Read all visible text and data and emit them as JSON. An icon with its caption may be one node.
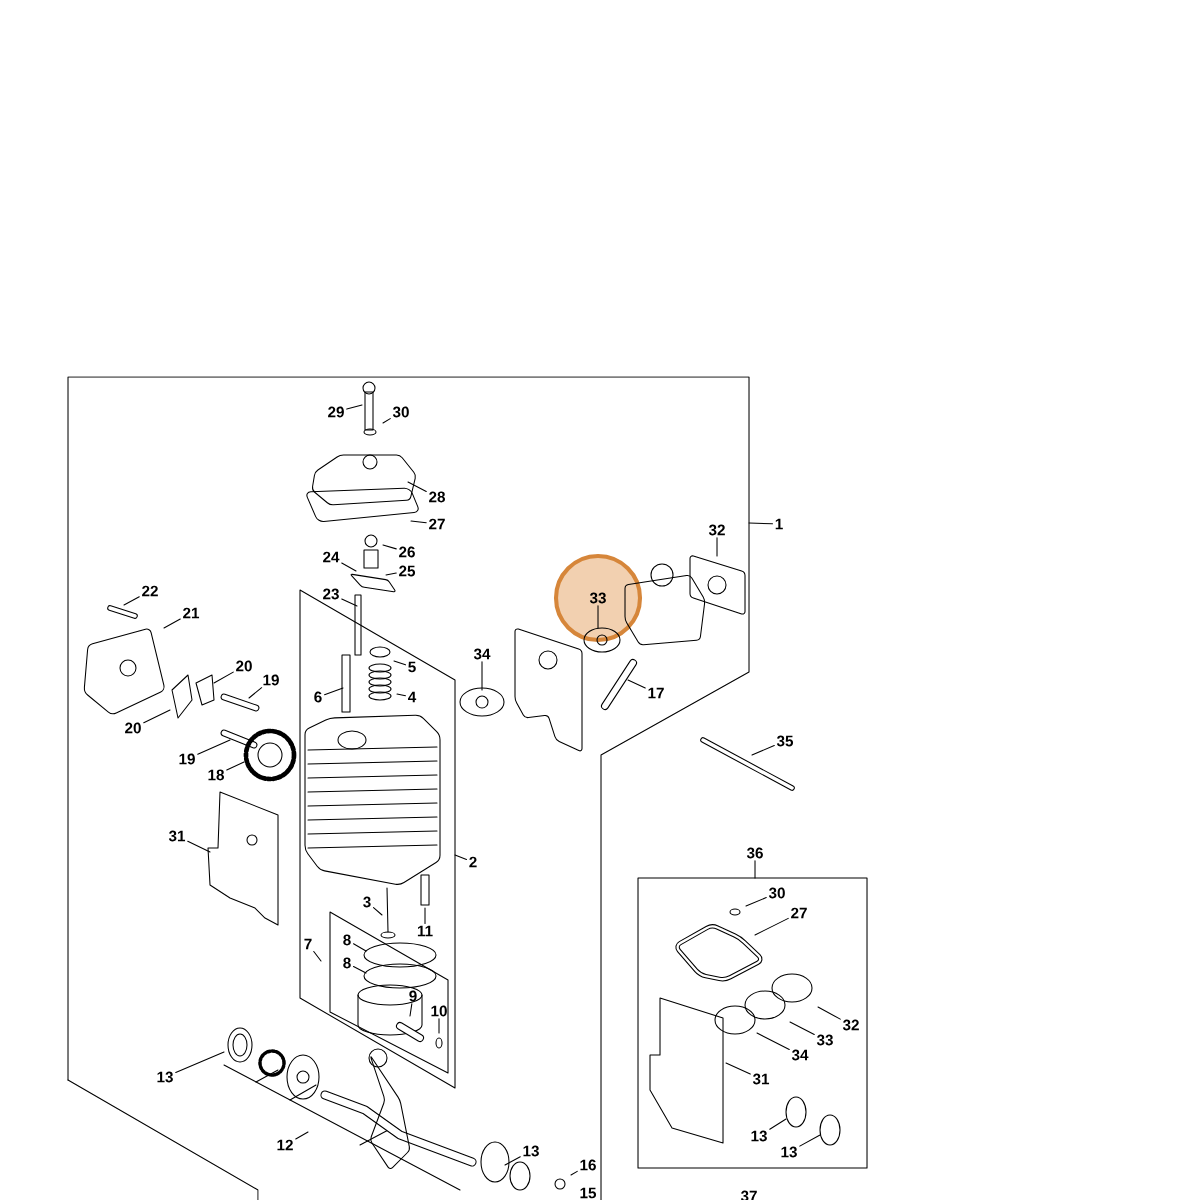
{
  "diagram": {
    "nodes": [
      {
        "text": [
          "29"
        ]
      },
      {
        "text": [
          "30"
        ]
      },
      {
        "text": [
          "28"
        ]
      },
      {
        "text": [
          "27"
        ]
      },
      {
        "text": [
          "1"
        ]
      },
      {
        "text": [
          "32"
        ]
      },
      {
        "text": [
          "26"
        ]
      },
      {
        "text": [
          "25"
        ]
      },
      {
        "text": [
          "24"
        ]
      },
      {
        "text": [
          "22"
        ]
      },
      {
        "text": [
          "21"
        ]
      },
      {
        "text": [
          "23"
        ]
      },
      {
        "text": [
          "33"
        ]
      },
      {
        "text": [
          "34"
        ]
      },
      {
        "text": [
          "20"
        ]
      },
      {
        "text": [
          "19"
        ]
      },
      {
        "text": [
          "5"
        ]
      },
      {
        "text": [
          "6"
        ]
      },
      {
        "text": [
          "4"
        ]
      },
      {
        "text": [
          "17"
        ]
      },
      {
        "text": [
          "20"
        ]
      },
      {
        "text": [
          "35"
        ]
      },
      {
        "text": [
          "19"
        ]
      },
      {
        "text": [
          "18"
        ]
      },
      {
        "text": [
          "31"
        ]
      },
      {
        "text": [
          "36"
        ]
      },
      {
        "text": [
          "2"
        ]
      },
      {
        "text": [
          "30"
        ]
      },
      {
        "text": [
          "3"
        ]
      },
      {
        "text": [
          "27"
        ]
      },
      {
        "text": [
          "11"
        ]
      },
      {
        "text": [
          "7"
        ]
      },
      {
        "text": [
          "8"
        ]
      },
      {
        "text": [
          "8"
        ]
      },
      {
        "text": [
          "9"
        ]
      },
      {
        "text": [
          "10"
        ]
      },
      {
        "text": [
          "32"
        ]
      },
      {
        "text": [
          "33"
        ]
      },
      {
        "text": [
          "34"
        ]
      },
      {
        "text": [
          "13"
        ]
      },
      {
        "text": [
          "31"
        ]
      },
      {
        "text": [
          "12"
        ]
      },
      {
        "text": [
          "13"
        ]
      },
      {
        "text": [
          "13"
        ]
      },
      {
        "text": [
          "13"
        ]
      },
      {
        "text": [
          "16"
        ]
      },
      {
        "text": [
          "15"
        ]
      },
      {
        "text": [
          "37"
        ]
      }
    ],
    "edges": [
      {
        "from": 0,
        "to": null,
        "arrow": "none"
      },
      {
        "from": 1,
        "to": null,
        "arrow": "none"
      },
      {
        "from": 2,
        "to": null,
        "arrow": "none"
      },
      {
        "from": 3,
        "to": null,
        "arrow": "none"
      },
      {
        "from": 4,
        "to": null,
        "arrow": "none"
      },
      {
        "from": 5,
        "to": null,
        "arrow": "none"
      },
      {
        "from": 6,
        "to": null,
        "arrow": "none"
      },
      {
        "from": 7,
        "to": null,
        "arrow": "none"
      },
      {
        "from": 8,
        "to": null,
        "arrow": "none"
      },
      {
        "from": 9,
        "to": null,
        "arrow": "none"
      },
      {
        "from": 10,
        "to": null,
        "arrow": "none"
      },
      {
        "from": 11,
        "to": null,
        "arrow": "none"
      },
      {
        "from": 12,
        "to": null,
        "arrow": "none"
      },
      {
        "from": 13,
        "to": null,
        "arrow": "none"
      },
      {
        "from": 14,
        "to": null,
        "arrow": "none"
      },
      {
        "from": 15,
        "to": null,
        "arrow": "none"
      },
      {
        "from": 16,
        "to": null,
        "arrow": "none"
      },
      {
        "from": 17,
        "to": null,
        "arrow": "none"
      },
      {
        "from": 18,
        "to": null,
        "arrow": "none"
      },
      {
        "from": 19,
        "to": null,
        "arrow": "none"
      },
      {
        "from": 20,
        "to": null,
        "arrow": "none"
      },
      {
        "from": 21,
        "to": null,
        "arrow": "none"
      },
      {
        "from": 22,
        "to": null,
        "arrow": "none"
      },
      {
        "from": 23,
        "to": null,
        "arrow": "none"
      },
      {
        "from": 24,
        "to": null,
        "arrow": "none"
      },
      {
        "from": 25,
        "to": null,
        "arrow": "none"
      },
      {
        "from": 26,
        "to": null,
        "arrow": "none"
      },
      {
        "from": 27,
        "to": null,
        "arrow": "none"
      },
      {
        "from": 28,
        "to": null,
        "arrow": "none"
      },
      {
        "from": 29,
        "to": null,
        "arrow": "none"
      },
      {
        "from": 30,
        "to": null,
        "arrow": "none"
      },
      {
        "from": 31,
        "to": null,
        "arrow": "none"
      },
      {
        "from": 32,
        "to": null,
        "arrow": "none"
      },
      {
        "from": 33,
        "to": null,
        "arrow": "none"
      },
      {
        "from": 34,
        "to": null,
        "arrow": "none"
      },
      {
        "from": 35,
        "to": null,
        "arrow": "none"
      },
      {
        "from": 36,
        "to": null,
        "arrow": "none"
      },
      {
        "from": 37,
        "to": null,
        "arrow": "none"
      },
      {
        "from": 38,
        "to": null,
        "arrow": "none"
      },
      {
        "from": 39,
        "to": null,
        "arrow": "none"
      },
      {
        "from": 40,
        "to": null,
        "arrow": "none"
      },
      {
        "from": 41,
        "to": null,
        "arrow": "none"
      },
      {
        "from": 42,
        "to": null,
        "arrow": "none"
      },
      {
        "from": 43,
        "to": null,
        "arrow": "none"
      },
      {
        "from": 44,
        "to": null,
        "arrow": "none"
      },
      {
        "from": 45,
        "to": null,
        "arrow": "none"
      }
    ]
  }
}
